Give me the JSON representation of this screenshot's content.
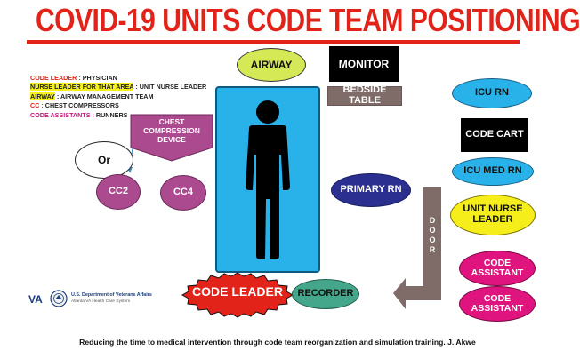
{
  "title": "COVID-19 UNITS CODE TEAM POSITIONING",
  "legend": [
    {
      "key": "CODE LEADER",
      "sep": " : ",
      "value": "PHYSICIAN",
      "style": "red"
    },
    {
      "key": "NURSE LEADER FOR THAT AREA",
      "sep": " : ",
      "value": "UNIT NURSE LEADER",
      "style": "highlight"
    },
    {
      "key": "AIRWAY",
      "sep": " : ",
      "value": "AIRWAY MANAGEMENT TEAM",
      "style": "highlight"
    },
    {
      "key": "CC",
      "sep": " : ",
      "value": "CHEST COMPRESSORS",
      "style": "red"
    },
    {
      "key": "CODE ASSISTANTS",
      "sep": " : ",
      "value": "RUNNERS",
      "style": "magenta"
    }
  ],
  "nodes": {
    "airway": "AIRWAY",
    "monitor": "MONITOR",
    "bedside_table": "BEDSIDE TABLE",
    "chest_device": "CHEST COMPRESSION DEVICE",
    "or": "Or",
    "cc2": "CC2",
    "cc4": "CC4",
    "primary_rn": "PRIMARY RN",
    "door": "DOOR",
    "icu_rn": "ICU RN",
    "code_cart": "CODE CART",
    "icu_med_rn": "ICU MED RN",
    "unit_nurse_leader": "UNIT NURSE LEADER",
    "code_assistant_1": "CODE ASSISTANT",
    "code_assistant_2": "CODE ASSISTANT",
    "code_leader": "CODE LEADER",
    "recorder": "RECORDER"
  },
  "logo": {
    "va": "VA",
    "department": "U.S. Department of Veterans Affairs",
    "system": "Atlanta VA Health Care System"
  },
  "footer": "Reducing the time to medical intervention through code team reorganization and simulation training. J. Akwe",
  "colors": {
    "title_red": "#e2231a",
    "bed_blue": "#29b1ea",
    "cc_purple": "#ab4a8f",
    "assistant_magenta": "#e0147f",
    "nurse_yellow": "#f6ee1a",
    "airway_green": "#d5e957",
    "recorder_green": "#44a68a",
    "primary_rn_navy": "#2b2f8f",
    "door_brown": "#7f6b68"
  }
}
